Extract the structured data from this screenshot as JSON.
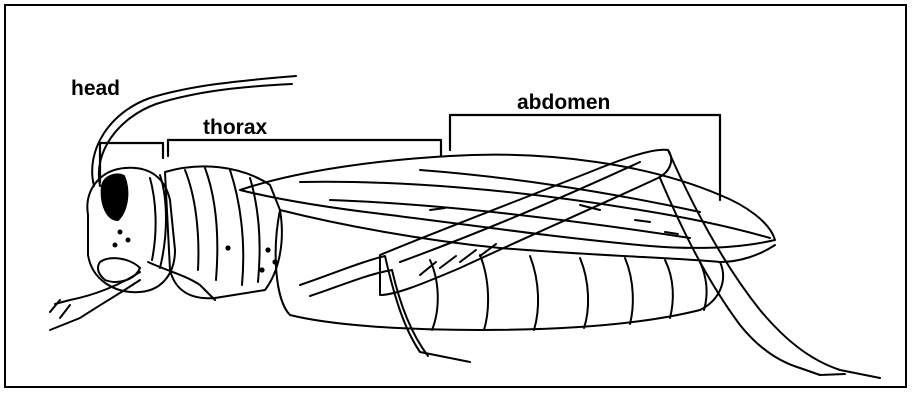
{
  "figure": {
    "labels": {
      "head": "head",
      "thorax": "thorax",
      "abdomen": "abdomen"
    },
    "colors": {
      "ink": "#000000",
      "background": "#ffffff"
    }
  }
}
